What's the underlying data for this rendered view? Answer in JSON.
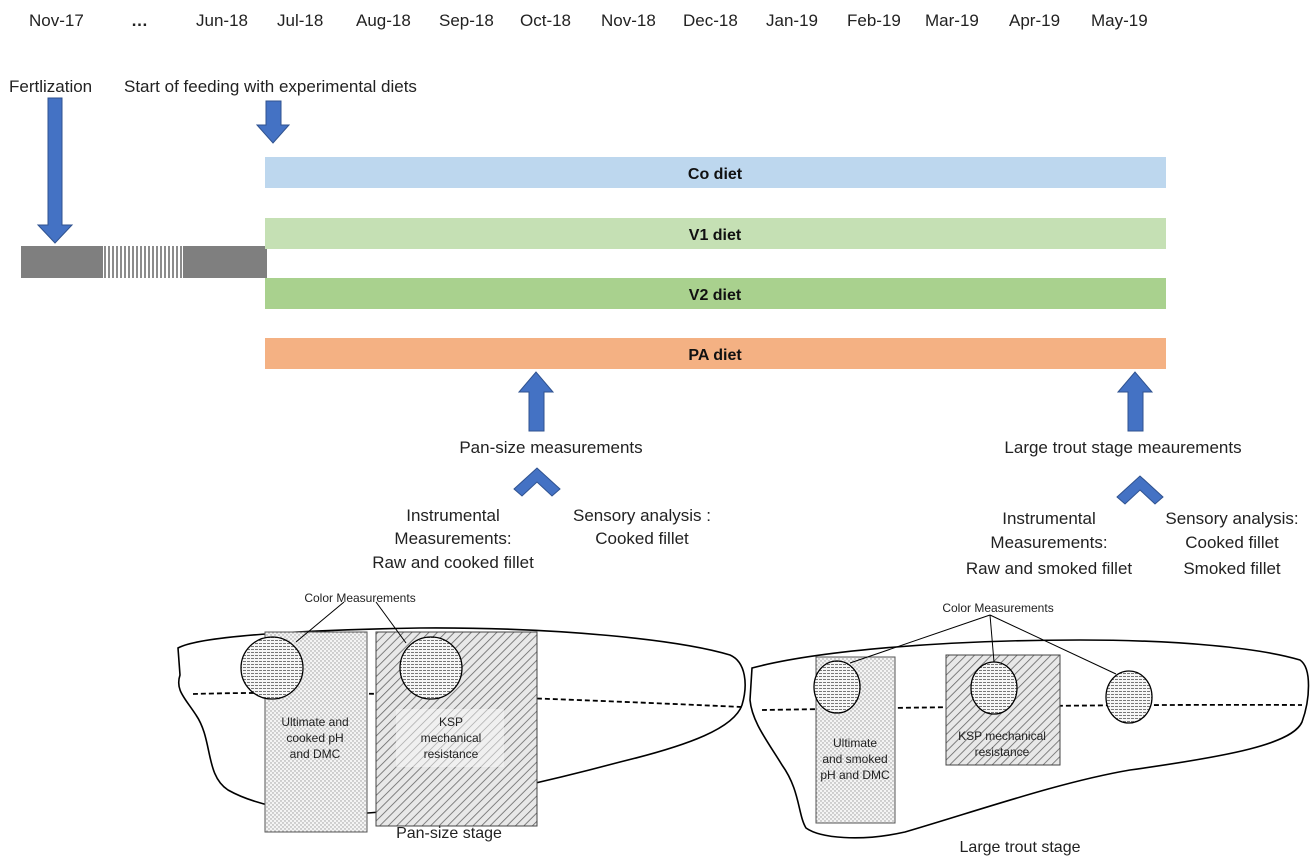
{
  "timeline": {
    "months": [
      "Nov-17",
      "…",
      "Jun-18",
      "Jul-18",
      "Aug-18",
      "Sep-18",
      "Oct-18",
      "Nov-18",
      "Dec-18",
      "Jan-19",
      "Feb-19",
      "Mar-19",
      "Apr-19",
      "May-19"
    ]
  },
  "events": {
    "fertilization": "Fertlization",
    "feeding_start": "Start of feeding with experimental diets"
  },
  "diets": [
    {
      "label": "Co diet",
      "color": "#bdd7ee"
    },
    {
      "label": "V1 diet",
      "color": "#c5e0b4"
    },
    {
      "label": "V2 diet",
      "color": "#a9d18e"
    },
    {
      "label": "PA diet",
      "color": "#f4b183"
    }
  ],
  "arrow_color": "#4472c4",
  "pan_size": {
    "title": "Pan-size measurements",
    "instrumental": [
      "Instrumental",
      "Measurements:",
      "Raw and cooked fillet"
    ],
    "sensory": [
      "Sensory analysis :",
      "Cooked fillet"
    ],
    "color_label": "Color Measurements",
    "ph_label": [
      "Ultimate and",
      "cooked pH",
      "and DMC"
    ],
    "ksp_label": [
      "KSP",
      "mechanical",
      "resistance"
    ],
    "stage_label": "Pan-size stage"
  },
  "large_trout": {
    "title": "Large trout stage  meaurements",
    "instrumental": [
      "Instrumental",
      "Measurements:",
      "Raw and smoked fillet"
    ],
    "sensory": [
      "Sensory analysis:",
      "Cooked fillet",
      "Smoked fillet"
    ],
    "color_label": "Color Measurements",
    "ph_label": [
      "Ultimate",
      "and smoked",
      "pH and DMC"
    ],
    "ksp_label": [
      "KSP mechanical",
      "resistance"
    ],
    "stage_label": "Large trout stage"
  }
}
